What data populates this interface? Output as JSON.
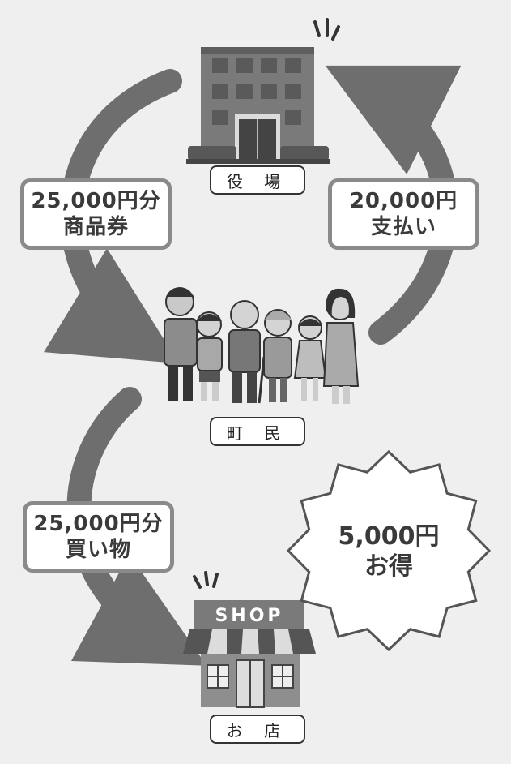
{
  "nodes": {
    "town_hall": "役 場",
    "residents": "町 民",
    "shop": "お 店"
  },
  "flows": {
    "vouchers": {
      "line1": "25,000円分",
      "line2": "商品券"
    },
    "payment": {
      "line1": "20,000円",
      "line2": "支払い"
    },
    "shopping": {
      "line1": "25,000円分",
      "line2": "買い物"
    }
  },
  "benefit": {
    "line1": "5,000円",
    "line2": "お得"
  },
  "shop_sign": "SHOP",
  "colors": {
    "arrow": "#6e6e6e",
    "box_border": "#8a8a8a",
    "background": "#efefef"
  }
}
